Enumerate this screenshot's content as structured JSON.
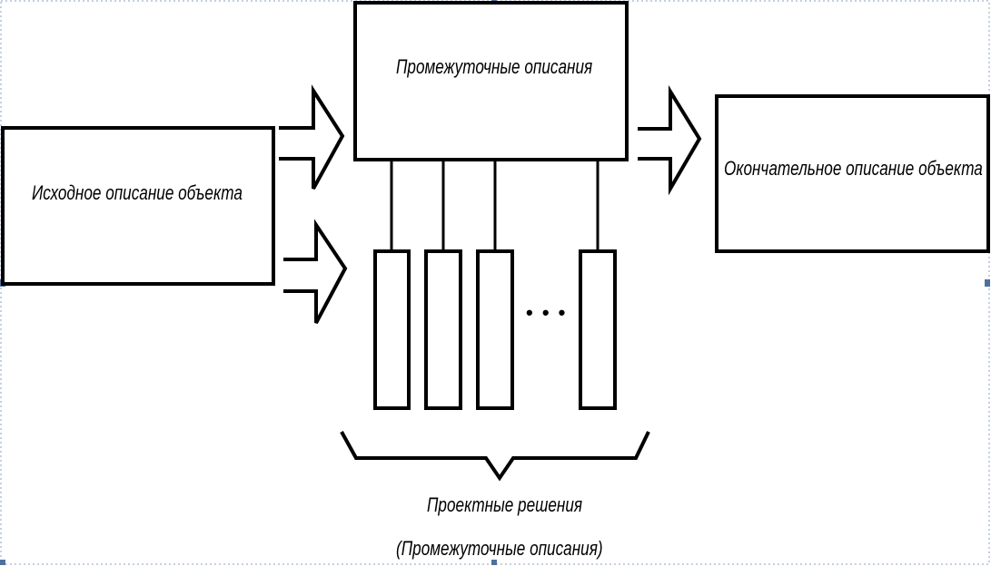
{
  "diagram": {
    "source_box_label": "Исходное описание объекта",
    "intermediate_box_label": "Промежуточные описания",
    "final_box_label": "Окончательное описание объекта",
    "ellipsis": "• • •",
    "design_solutions_label_line1": "Проектные решения",
    "design_solutions_label_line2": "(Промежуточные описания)"
  },
  "colors": {
    "stroke": "#000000",
    "background": "#ffffff",
    "selection_handle": "#4f6f9f",
    "selection_border": "#8aa0c8"
  }
}
